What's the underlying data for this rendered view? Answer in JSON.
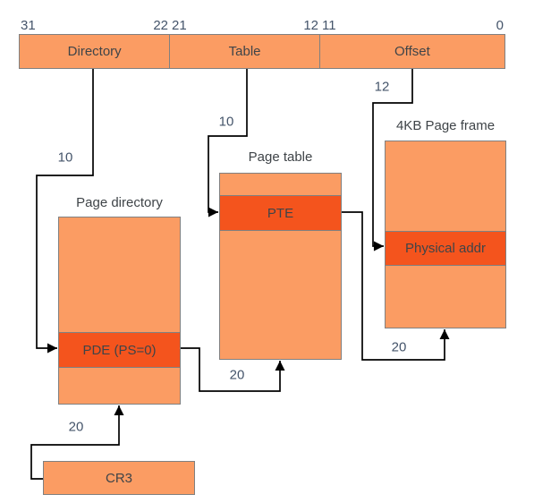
{
  "colors": {
    "light": "#FB9C63",
    "dark": "#F4541D",
    "border": "#808080",
    "line": "#000000",
    "numberText": "#44546A",
    "labelText": "#3F4448"
  },
  "virtual_address": {
    "fields": [
      {
        "name": "Directory",
        "high_bit": "31",
        "low_bit": "22"
      },
      {
        "name": "Table",
        "high_bit": "21",
        "low_bit": "12"
      },
      {
        "name": "Offset",
        "high_bit": "11",
        "low_bit": "0"
      }
    ]
  },
  "nodes": {
    "page_directory": {
      "title": "Page directory",
      "entry_label": "PDE (PS=0)"
    },
    "page_table": {
      "title": "Page table",
      "entry_label": "PTE"
    },
    "page_frame": {
      "title": "4KB Page frame",
      "entry_label": "Physical addr"
    },
    "cr3": {
      "label": "CR3"
    }
  },
  "edge_labels": {
    "directory_index_bits": "10",
    "table_index_bits": "10",
    "offset_bits": "12",
    "pde_to_table_bits": "20",
    "pte_to_frame_bits": "20",
    "cr3_to_directory_bits": "20"
  }
}
